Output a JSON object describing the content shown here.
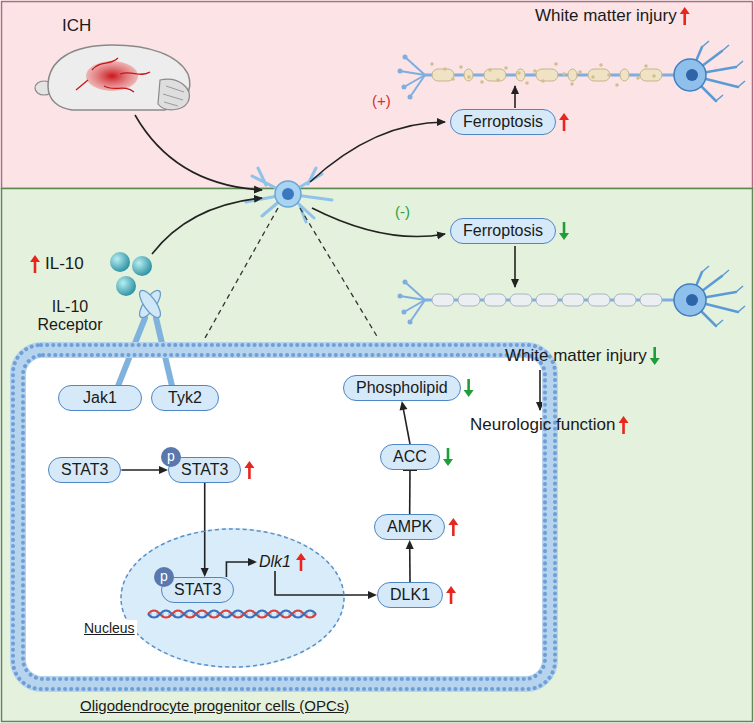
{
  "diagram": {
    "nodes": [
      {
        "text": [
          "Ferroptosis"
        ]
      },
      {
        "text": [
          "Ferroptosis"
        ]
      },
      {
        "text": [
          "Oligodendrocyte progenitor cells (OPCs)"
        ]
      },
      {
        "text": [
          "Jak1"
        ],
        "in": 2
      },
      {
        "text": [
          "Tyk2"
        ],
        "in": 2
      },
      {
        "text": [
          "Phospholipid"
        ],
        "in": 2
      },
      {
        "text": [
          "STAT3"
        ],
        "in": 2
      },
      {
        "text": [
          "p",
          "STAT3"
        ],
        "in": 2
      },
      {
        "text": [
          "ACC"
        ],
        "in": 2
      },
      {
        "text": [
          "AMPK"
        ],
        "in": 2
      },
      {
        "text": [
          "Nucleus"
        ],
        "in": 2
      },
      {
        "text": [
          "p",
          "STAT3"
        ],
        "in": 10
      },
      {
        "text": [
          "Dlk1"
        ],
        "in": 10
      },
      {
        "text": [
          "DLK1"
        ],
        "in": 2
      }
    ],
    "edges": [
      {
        "from": 6,
        "to": 7,
        "arrow": "to"
      },
      {
        "from": 7,
        "to": 11,
        "arrow": "to"
      },
      {
        "from": 11,
        "to": 12,
        "arrow": "to"
      },
      {
        "from": 12,
        "to": 13,
        "arrow": "to"
      },
      {
        "from": 13,
        "to": 9,
        "arrow": "to"
      },
      {
        "from": 9,
        "to": 8,
        "arrow": "to"
      },
      {
        "from": 8,
        "to": 5,
        "arrow": "to"
      }
    ],
    "labels": [
      "ICH",
      "White matter injury",
      "(+)",
      "(-)",
      "IL-10",
      "White matter injury",
      "IL-10 Receptor",
      "Neurologic function"
    ]
  }
}
